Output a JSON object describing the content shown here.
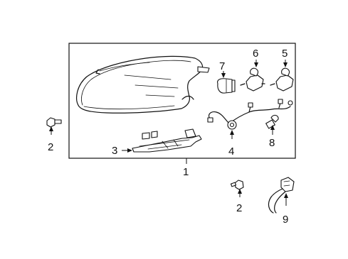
{
  "diagram": {
    "callouts": {
      "c1": "1",
      "c2_left": "2",
      "c2_bottom": "2",
      "c3": "3",
      "c4": "4",
      "c5": "5",
      "c6": "6",
      "c7": "7",
      "c8": "8",
      "c9": "9"
    },
    "parts": [
      "headlamp-assembly",
      "bolt",
      "bracket",
      "wiring-harness",
      "bulb-high",
      "bulb-low",
      "bulb-turn",
      "bulb-side-marker",
      "socket-wire"
    ]
  }
}
